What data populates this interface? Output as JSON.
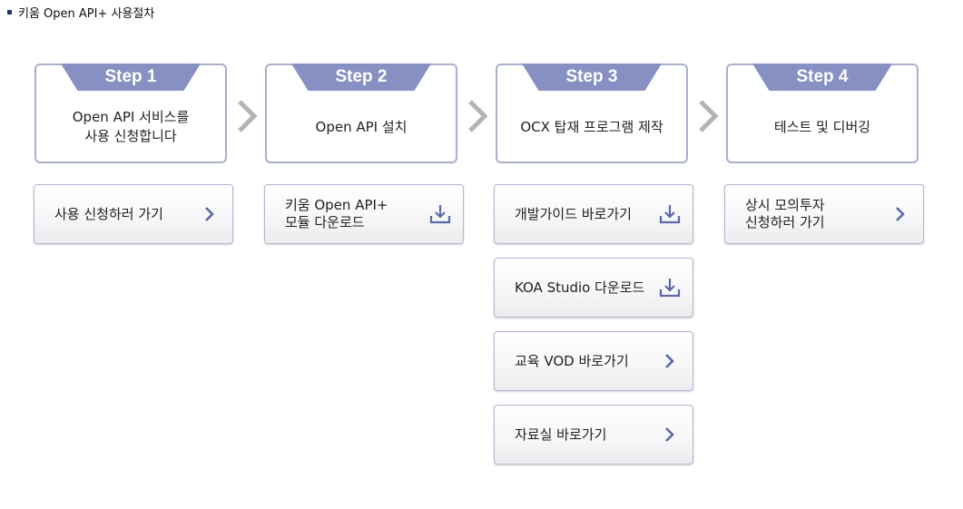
{
  "page_title": "키움 Open API+ 사용절차",
  "colors": {
    "accent": "#8690c2",
    "icon": "#5a6aa8",
    "border": "#a9b0cc",
    "arrow": "#b3b3b3"
  },
  "steps": [
    {
      "tab": "Step 1",
      "desc": "Open API 서비스를\n사용 신청합니다"
    },
    {
      "tab": "Step 2",
      "desc": "Open API 설치"
    },
    {
      "tab": "Step 3",
      "desc": "OCX 탑재 프로그램 제작"
    },
    {
      "tab": "Step 4",
      "desc": "테스트 및 디버깅"
    }
  ],
  "actions": {
    "step1": [
      {
        "label": "사용 신청하러 가기",
        "icon": "chevron-right-icon"
      }
    ],
    "step2": [
      {
        "label": "키움 Open API+\n모듈 다운로드",
        "icon": "download-icon"
      }
    ],
    "step3": [
      {
        "label": "개발가이드 바로가기",
        "icon": "download-icon"
      },
      {
        "label": "KOA Studio 다운로드",
        "icon": "download-icon"
      },
      {
        "label": "교육 VOD 바로가기",
        "icon": "chevron-right-icon"
      },
      {
        "label": "자료실 바로가기",
        "icon": "chevron-right-icon"
      }
    ],
    "step4": [
      {
        "label": "상시 모의투자\n신청하러 가기",
        "icon": "chevron-right-icon"
      }
    ]
  }
}
